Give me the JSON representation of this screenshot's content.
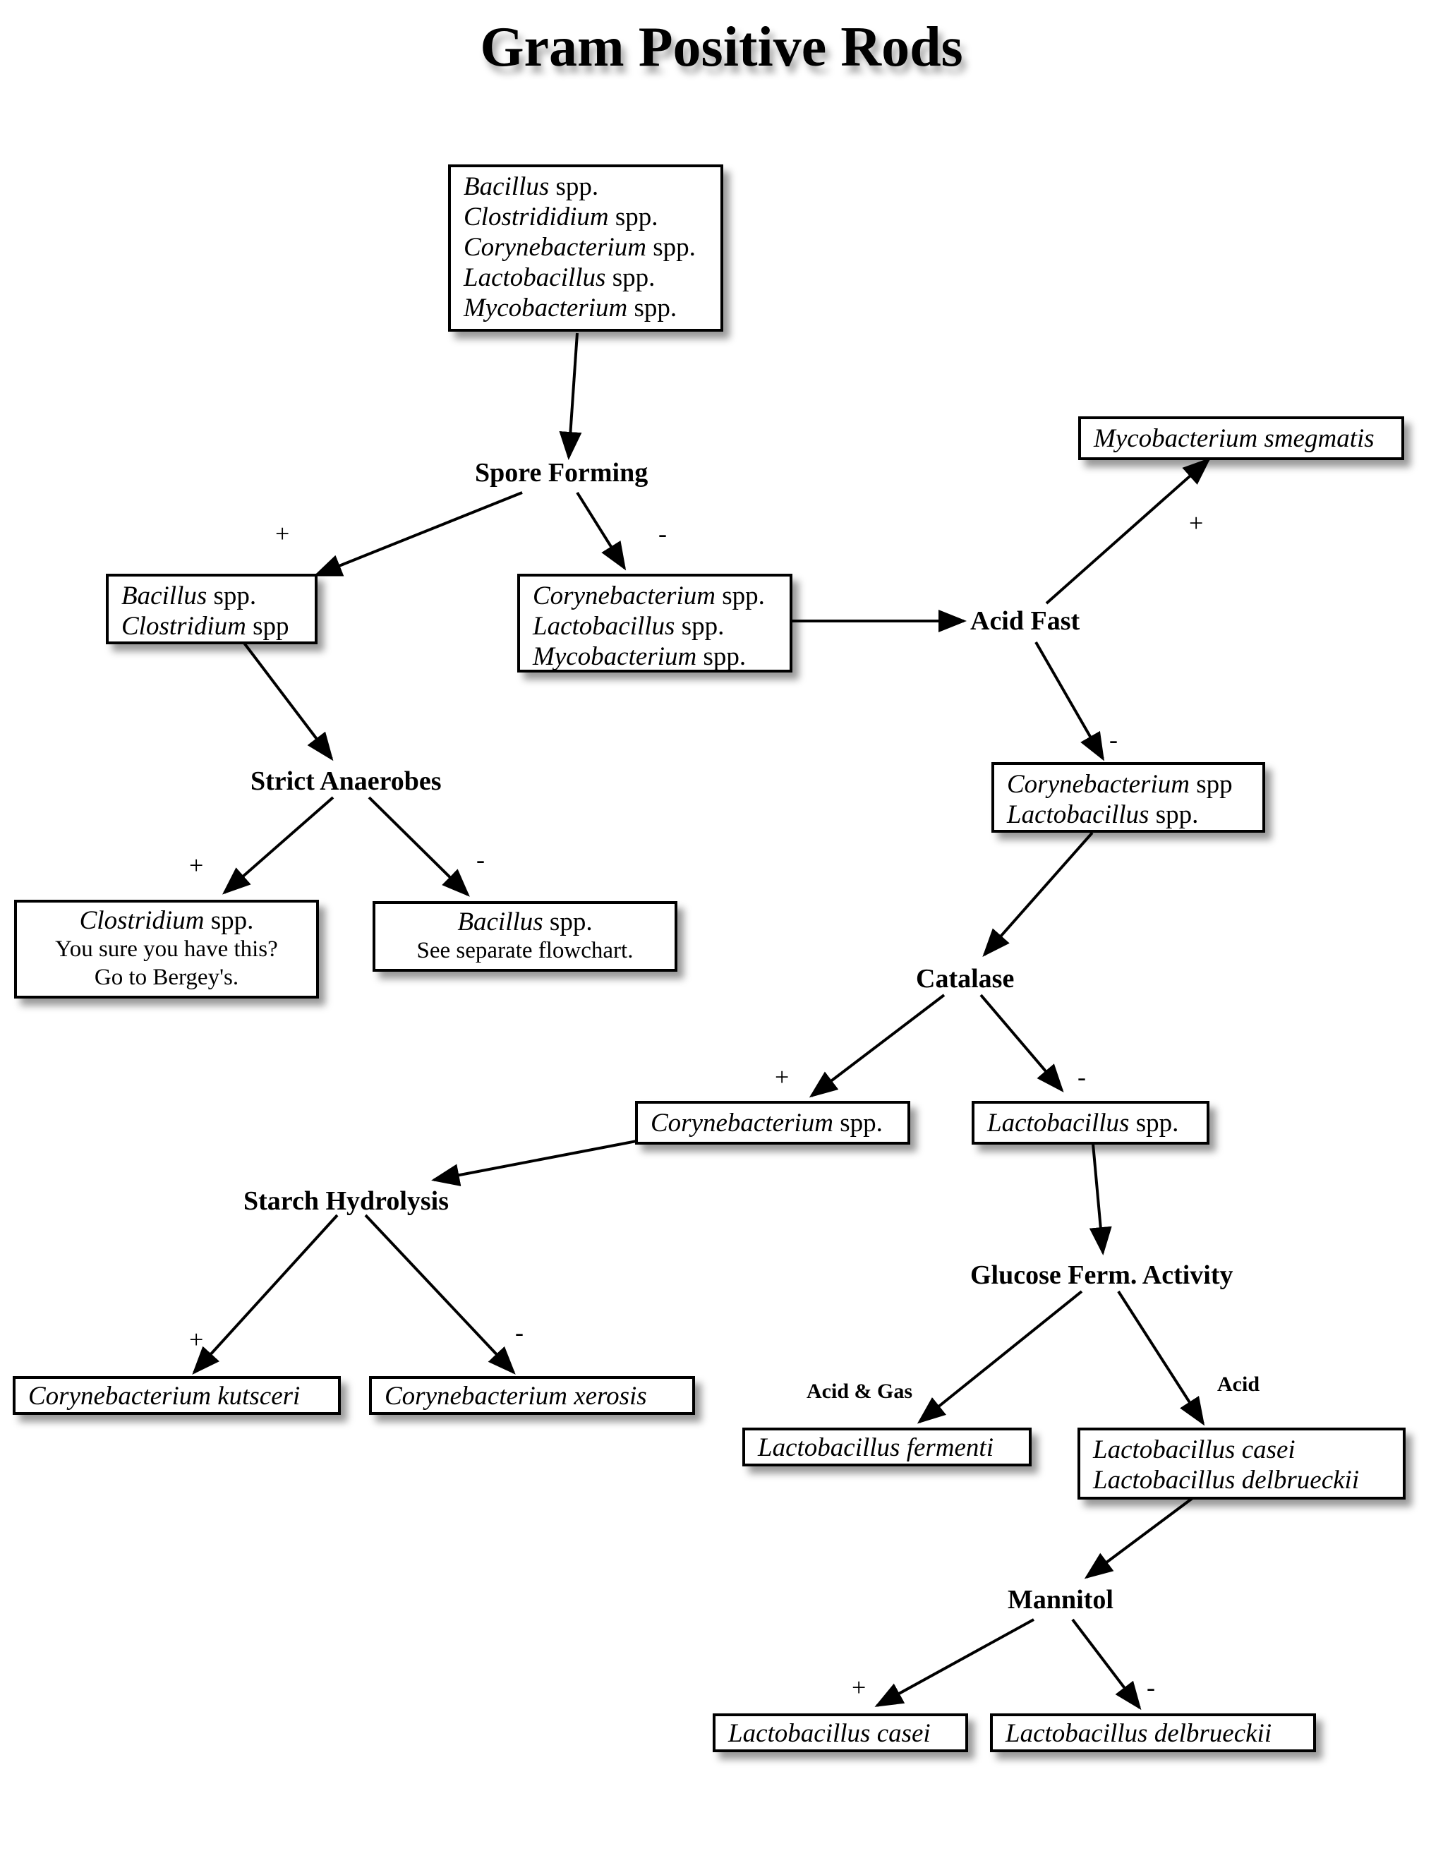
{
  "title": "Gram Positive Rods",
  "boxes": {
    "root": [
      "Bacillus",
      " spp.",
      "Clostrididium",
      " spp.",
      "Corynebacterium",
      " spp.",
      "Lactobacillus",
      " spp.",
      "Mycobacterium",
      " spp."
    ],
    "bacillus_clostridium": [
      "Bacillus",
      " spp.",
      "Clostridium",
      " spp"
    ],
    "coryne_lacto_myco": [
      "Corynebacterium",
      " spp.",
      "Lactobacillus",
      " spp.",
      "Mycobacterium",
      " spp."
    ],
    "myco_smegmatis": "Mycobacterium smegmatis",
    "clostridium_result": {
      "genus": "Clostridium",
      "suffix": " spp.",
      "line2": "You sure you have this?",
      "line3": "Go to Bergey's."
    },
    "bacillus_result": {
      "genus": "Bacillus",
      "suffix": " spp.",
      "line2": "See separate flowchart."
    },
    "coryne_lacto": [
      "Corynebacterium",
      " spp",
      "Lactobacillus",
      " spp."
    ],
    "coryne_spp": [
      "Corynebacterium",
      " spp."
    ],
    "lacto_spp": [
      "Lactobacillus",
      " spp."
    ],
    "coryne_kutsceri": "Corynebacterium kutsceri",
    "coryne_xerosis": "Corynebacterium xerosis",
    "lacto_fermenti": "Lactobacillus fermenti",
    "casei_delbrueckii": [
      "Lactobacillus casei",
      "Lactobacillus delbrueckii"
    ],
    "lacto_casei": "Lactobacillus casei",
    "lacto_delbrueckii": "Lactobacillus delbrueckii"
  },
  "tests": {
    "spore_forming": "Spore Forming",
    "acid_fast": "Acid Fast",
    "strict_anaerobes": "Strict Anaerobes",
    "catalase": "Catalase",
    "starch_hydrolysis": "Starch Hydrolysis",
    "glucose_ferm": "Glucose Ferm. Activity",
    "mannitol": "Mannitol"
  },
  "signs": {
    "plus": "+",
    "minus": "-",
    "acid_gas": "Acid & Gas",
    "acid": "Acid"
  }
}
